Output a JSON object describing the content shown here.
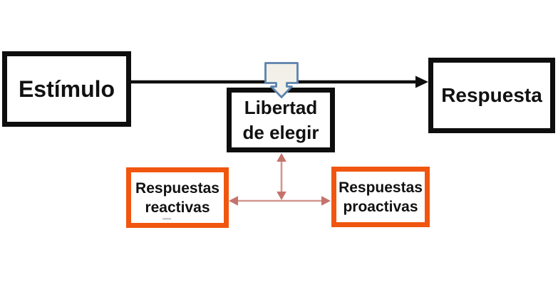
{
  "diagram": {
    "nodes": {
      "estimulo": {
        "label": "Estímulo"
      },
      "respuesta": {
        "label": "Respuesta"
      },
      "libertad_de_elegir": {
        "label": "Libertad de elegir"
      },
      "respuestas_reactivas": {
        "label": "Respuestas reactivas"
      },
      "respuestas_proactivas": {
        "label": "Respuestas proactivas"
      }
    },
    "connectors": {
      "estimulo_to_respuesta": {
        "type": "single-arrow",
        "color": "#0e0e0e"
      },
      "libertad_vertical": {
        "type": "double-arrow",
        "color": "#c4736c"
      },
      "reactivas_to_proactivas": {
        "type": "double-arrow",
        "color": "#c4736c"
      }
    },
    "icons": {
      "callout": "down-arrow-callout-icon"
    },
    "colors": {
      "background": "#ffffff",
      "black_box_border": "#0e0e0e",
      "orange_box_border": "#f0560f",
      "arrow_salmon_head": "#c4736c",
      "arrow_salmon_shaft": "#d29890",
      "callout_fill": "#f2f0e9",
      "callout_stroke": "#5b83ad"
    }
  }
}
